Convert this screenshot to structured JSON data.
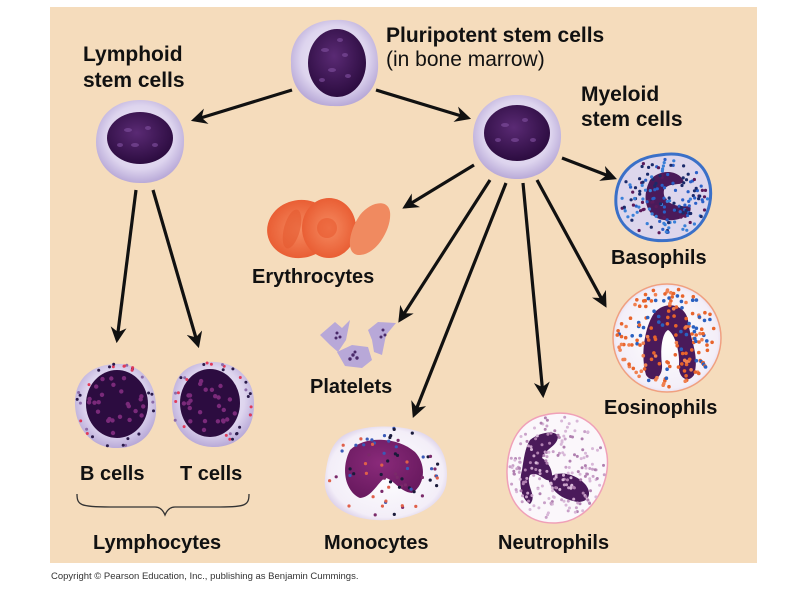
{
  "diagram": {
    "title": "Pluripotent stem cells",
    "nodes": {
      "pluripotent": {
        "label_line1": "Pluripotent stem cells",
        "label_line2": "(in bone marrow)"
      },
      "lymphoid": {
        "label_line1": "Lymphoid",
        "label_line2": "stem cells"
      },
      "myeloid": {
        "label_line1": "Myeloid",
        "label_line2": "stem cells"
      },
      "erythrocytes": {
        "label": "Erythrocytes"
      },
      "platelets": {
        "label": "Platelets"
      },
      "basophils": {
        "label": "Basophils"
      },
      "eosinophils": {
        "label": "Eosinophils"
      },
      "monocytes": {
        "label": "Monocytes"
      },
      "neutrophils": {
        "label": "Neutrophils"
      },
      "b_cells": {
        "label": "B cells"
      },
      "t_cells": {
        "label": "T cells"
      },
      "lymphocytes_group": {
        "label": "Lymphocytes"
      }
    },
    "edges": [
      {
        "from": "Pluripotent stem cells",
        "to": "Lymphoid stem cells"
      },
      {
        "from": "Pluripotent stem cells",
        "to": "Myeloid stem cells"
      },
      {
        "from": "Lymphoid stem cells",
        "to": "B cells"
      },
      {
        "from": "Lymphoid stem cells",
        "to": "T cells"
      },
      {
        "from": "Myeloid stem cells",
        "to": "Erythrocytes"
      },
      {
        "from": "Myeloid stem cells",
        "to": "Platelets"
      },
      {
        "from": "Myeloid stem cells",
        "to": "Monocytes"
      },
      {
        "from": "Myeloid stem cells",
        "to": "Neutrophils"
      },
      {
        "from": "Myeloid stem cells",
        "to": "Eosinophils"
      },
      {
        "from": "Myeloid stem cells",
        "to": "Basophils"
      }
    ]
  },
  "colors": {
    "background": "#f5dcbc",
    "cell_membrane": "#e4dcf0",
    "nucleus": "#3a1650",
    "erythrocyte": "#f06a40",
    "platelet": "#b8a8d8",
    "basophil_granule": "#2a5cc0",
    "eosinophil_granule": "#e86a30",
    "neutrophil_border": "#f0a0b8",
    "arrow": "#111111"
  },
  "footer": {
    "copyright": "Copyright © Pearson Education, Inc., publishing as Benjamin Cummings."
  }
}
